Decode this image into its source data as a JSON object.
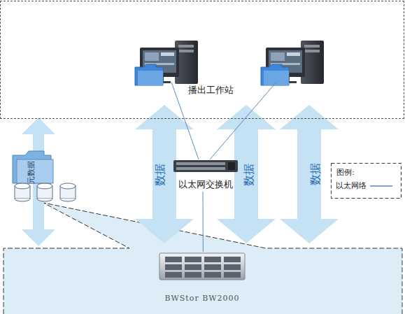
{
  "diagram": {
    "nodes": [
      {
        "text": [
          "播出工作站"
        ]
      },
      {
        "text": [
          "以太网交换机"
        ]
      },
      {
        "text": [
          "BWStor BW2000"
        ]
      }
    ],
    "edges": [
      {
        "from": 0,
        "to": 1,
        "arrow": "none"
      },
      {
        "from": 0,
        "to": 1,
        "arrow": "none"
      },
      {
        "from": 1,
        "to": 2,
        "arrow": "none"
      }
    ],
    "labels": [
      "数据",
      "数据",
      "数据",
      "元数据",
      "图例:"
    ],
    "legend": [
      {
        "text": "以太网络"
      }
    ]
  }
}
